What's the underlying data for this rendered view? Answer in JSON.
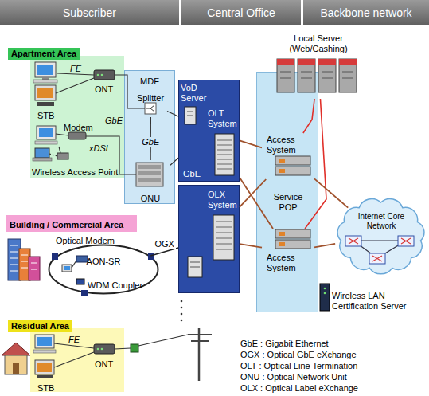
{
  "diagram": {
    "nodes": [
      {
        "text": [
          "Subscriber"
        ]
      },
      {
        "text": [
          "Central Office"
        ]
      },
      {
        "text": [
          "Backbone network"
        ]
      },
      {
        "text": [
          "Apartment Area"
        ]
      },
      {
        "text": [
          "MDF"
        ]
      },
      {
        "text": [
          "Splitter"
        ],
        "in": 4
      },
      {
        "text": [
          "ONU"
        ],
        "in": 4
      },
      {
        "text": [
          "Local Server (Web/Cashing)"
        ]
      },
      {
        "text": [
          "VoD Server",
          "OLT System",
          "GbE"
        ]
      },
      {
        "text": [
          "Service POP"
        ]
      },
      {
        "text": [
          "Access System"
        ],
        "in": 9
      },
      {
        "text": [
          "Access System"
        ],
        "in": 9
      },
      {
        "text": [
          "Internet Core Network"
        ]
      },
      {
        "text": [
          "Building / Commercial Area"
        ]
      },
      {
        "text": [
          "AON-SR"
        ]
      },
      {
        "text": [
          "OLX System"
        ]
      },
      {
        "text": [
          "Residual Area"
        ]
      }
    ],
    "edges": [
      {
        "from": 5,
        "to": 6,
        "arrow": "none",
        "label": "GbE"
      },
      {
        "from": 5,
        "to": 8,
        "arrow": "none"
      },
      {
        "from": 6,
        "to": 8,
        "arrow": "none"
      },
      {
        "from": 7,
        "to": 10,
        "arrow": "none"
      },
      {
        "from": 7,
        "to": 11,
        "arrow": "none"
      },
      {
        "from": 8,
        "to": 10,
        "arrow": "none"
      },
      {
        "from": 8,
        "to": 11,
        "arrow": "none"
      },
      {
        "from": 15,
        "to": 10,
        "arrow": "none"
      },
      {
        "from": 15,
        "to": 11,
        "arrow": "none"
      },
      {
        "from": 10,
        "to": 12,
        "arrow": "none"
      },
      {
        "from": 11,
        "to": 12,
        "arrow": "none"
      },
      {
        "from": 14,
        "to": 15,
        "arrow": "none",
        "label": "OGX"
      }
    ],
    "labels": [
      "FE",
      "ONT",
      "STB",
      "GbE",
      "Modem",
      "xDSL",
      "Wireless Access Point",
      "Optical Modem",
      "WDM Coupler",
      "Wireless LAN Certification Server",
      "FE",
      "ONT",
      "STB",
      "GbE : Gigabit Ethernet",
      "OGX : Optical GbE eXchange",
      "OLT : Optical Line Termination",
      "ONU : Optical Network Unit",
      "OLX : Optical Label eXchange"
    ]
  }
}
